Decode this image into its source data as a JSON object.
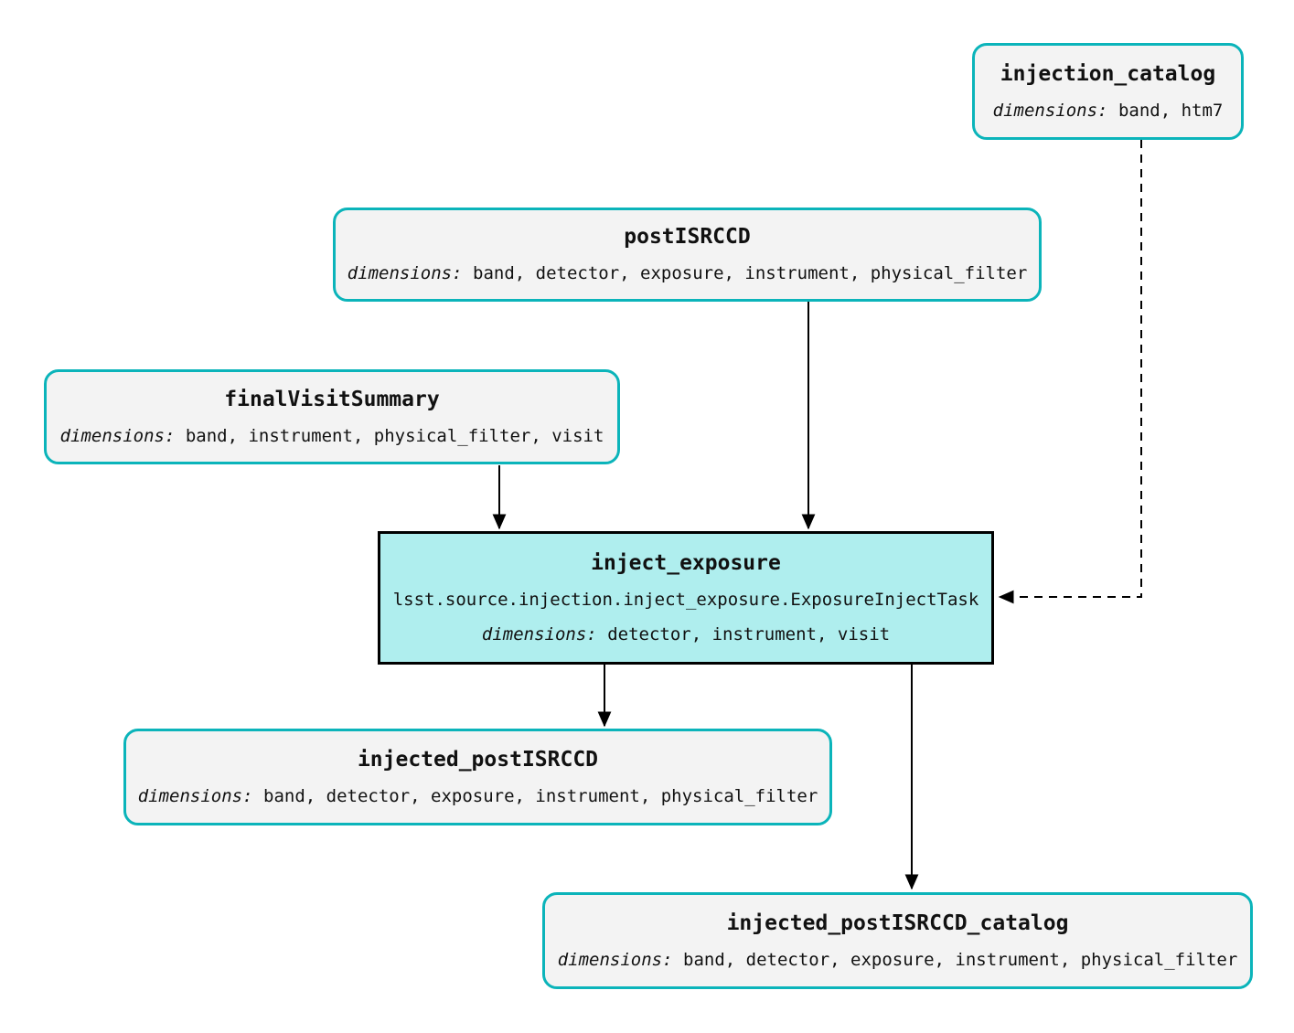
{
  "diagram": {
    "type": "pipeline-task-graph",
    "background": "#ffffff",
    "colors": {
      "dataset_border": "#0bb4ba",
      "dataset_fill": "#f3f3f3",
      "task_border": "#000000",
      "task_fill": "#afeeee",
      "edge": "#000000"
    },
    "dimensions_label": "dimensions:",
    "nodes": [
      {
        "id": "injection_catalog",
        "type": "dataset",
        "title": "injection_catalog",
        "dimensions": "band, htm7"
      },
      {
        "id": "postISRCCD",
        "type": "dataset",
        "title": "postISRCCD",
        "dimensions": "band, detector, exposure, instrument, physical_filter"
      },
      {
        "id": "finalVisitSummary",
        "type": "dataset",
        "title": "finalVisitSummary",
        "dimensions": "band, instrument, physical_filter, visit"
      },
      {
        "id": "inject_exposure",
        "type": "task",
        "title": "inject_exposure",
        "task_class": "lsst.source.injection.inject_exposure.ExposureInjectTask",
        "dimensions": "detector, instrument, visit"
      },
      {
        "id": "injected_postISRCCD",
        "type": "dataset",
        "title": "injected_postISRCCD",
        "dimensions": "band, detector, exposure, instrument, physical_filter"
      },
      {
        "id": "injected_postISRCCD_catalog",
        "type": "dataset",
        "title": "injected_postISRCCD_catalog",
        "dimensions": "band, detector, exposure, instrument, physical_filter"
      }
    ],
    "edges": [
      {
        "from": "postISRCCD",
        "to": "inject_exposure",
        "style": "solid"
      },
      {
        "from": "finalVisitSummary",
        "to": "inject_exposure",
        "style": "solid"
      },
      {
        "from": "injection_catalog",
        "to": "inject_exposure",
        "style": "dashed"
      },
      {
        "from": "inject_exposure",
        "to": "injected_postISRCCD",
        "style": "solid"
      },
      {
        "from": "inject_exposure",
        "to": "injected_postISRCCD_catalog",
        "style": "solid"
      }
    ]
  }
}
